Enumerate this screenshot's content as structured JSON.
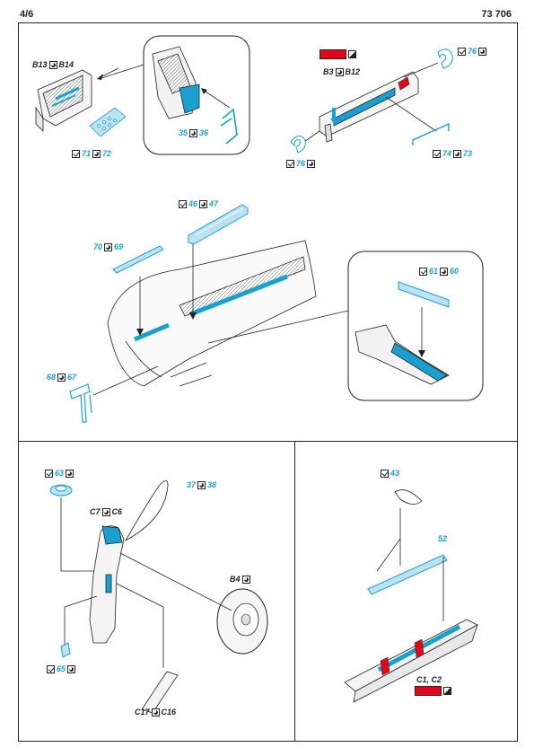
{
  "header": {
    "page": "4/6",
    "kit_number": "73 706"
  },
  "colors": {
    "etch": "#1aa0cf",
    "etch_light": "#bde3f2",
    "line": "#222222",
    "paint_red": "#e3061b"
  },
  "callouts": {
    "b13_b14": {
      "left": "B13",
      "right": "B14"
    },
    "p71_72": {
      "left": "71",
      "right": "72"
    },
    "p35_36": {
      "left": "35",
      "right": "36"
    },
    "b3_b12": {
      "left": "B3",
      "right": "B12"
    },
    "p76_top": {
      "number": "76"
    },
    "p76_bottom": {
      "number": "76"
    },
    "p74_73": {
      "left": "74",
      "right": "73"
    },
    "p46_47": {
      "left": "46",
      "right": "47"
    },
    "p70_69": {
      "left": "70",
      "right": "69"
    },
    "p61_60": {
      "left": "61",
      "right": "60"
    },
    "p68_67": {
      "left": "68",
      "right": "67"
    },
    "p63": {
      "number": "63"
    },
    "p37_38": {
      "left": "37",
      "right": "38"
    },
    "c7_c6": {
      "left": "C7",
      "right": "C6"
    },
    "b4": {
      "number": "B4"
    },
    "p65": {
      "number": "65"
    },
    "c17_c16": {
      "left": "C17",
      "right": "C16"
    },
    "p43": {
      "number": "43"
    },
    "p52": {
      "number": "52"
    },
    "c1_c2": {
      "text": "C1, C2"
    }
  }
}
